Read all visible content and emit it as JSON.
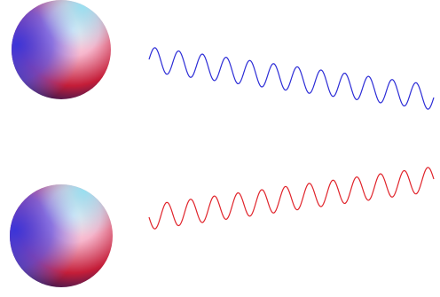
{
  "scene": {
    "spheres": [
      {
        "name": "upper",
        "colors": {
          "blue": "#3b34d8",
          "light": "#fdf4f8",
          "red": "#c41d38",
          "cyan": "#8ee4f4",
          "pink": "#f6b6cc",
          "dark": "#3a1850"
        }
      },
      {
        "name": "lower",
        "colors": {
          "blue": "#3b34d8",
          "light": "#fdf4f8",
          "red": "#c41d38",
          "cyan": "#8ee4f4",
          "pink": "#f6b6cc",
          "dark": "#3a1850"
        }
      }
    ],
    "waves": [
      {
        "name": "blue-wave",
        "color": "#2b2bd6",
        "cycles": 12
      },
      {
        "name": "red-wave",
        "color": "#e0232a",
        "cycles": 12
      }
    ]
  }
}
